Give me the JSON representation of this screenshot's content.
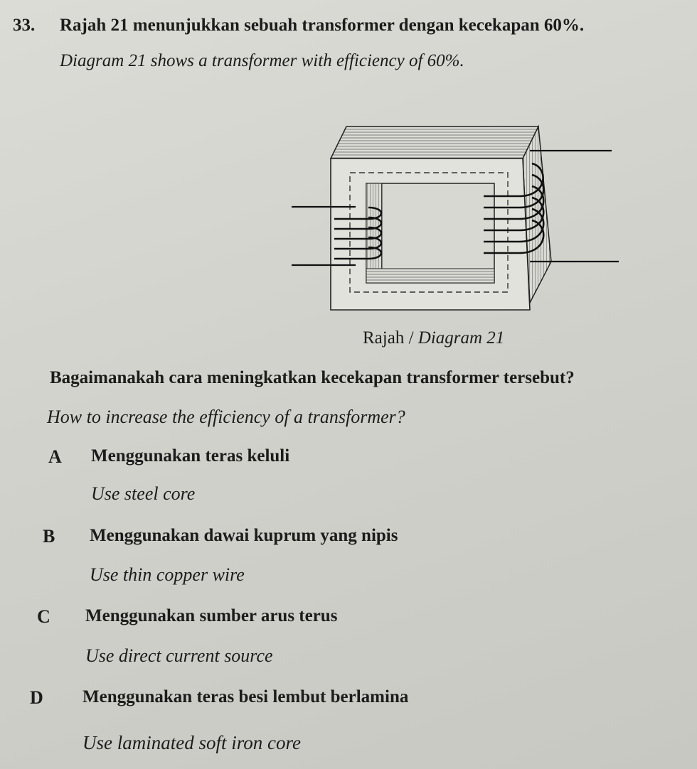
{
  "question": {
    "number": "33.",
    "text_my": "Rajah 21 menunjukkan sebuah transformer dengan kecekapan 60%.",
    "text_en": "Diagram 21 shows a transformer with efficiency of 60%."
  },
  "diagram": {
    "caption_my": "Rajah /",
    "caption_en": "Diagram 21"
  },
  "prompt": {
    "text_my": "Bagaimanakah cara meningkatkan kecekapan transformer tersebut?",
    "text_en": "How to increase the efficiency of a transformer?"
  },
  "options": [
    {
      "letter": "A",
      "text_my": "Menggunakan teras keluli",
      "text_en": "Use steel core"
    },
    {
      "letter": "B",
      "text_my": "Menggunakan dawai kuprum yang nipis",
      "text_en": "Use thin copper wire"
    },
    {
      "letter": "C",
      "text_my": "Menggunakan sumber arus terus",
      "text_en": "Use direct current source"
    },
    {
      "letter": "D",
      "text_my": "Menggunakan teras besi lembut berlamina",
      "text_en": "Use laminated soft iron core"
    }
  ]
}
